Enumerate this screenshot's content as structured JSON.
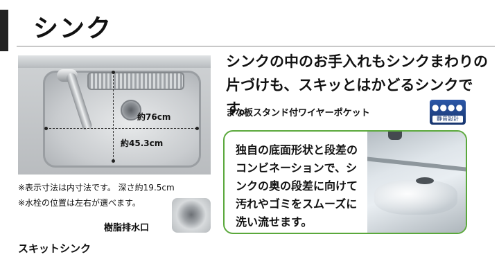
{
  "page": {
    "title": "シンク",
    "headline": "シンクの中のお手入れもシンクまわりの片づけも、スキッとはかどるシンクです。",
    "subhead": "まな板スタンド付ワイヤーポケット",
    "badge": {
      "text": "静音設計",
      "icon": "water-drops-icon"
    },
    "green_box_text": "独自の底面形状と段差のコンビネーションで、シンクの奥の段差に向けて汚れやゴミをスムーズに洗い流せます。",
    "dimensions": {
      "depth_label": "約76cm",
      "width_label": "約45.3cm"
    },
    "notes": {
      "line1": "※表示寸法は内寸法です。 深さ約19.5cm",
      "line2": "※水栓の位置は左右が選べます。"
    },
    "drain_label": "樹脂排水口",
    "sink_name": "スキットシンク"
  },
  "colors": {
    "accent_green": "#5aa83b",
    "badge_blue": "#17356e"
  }
}
